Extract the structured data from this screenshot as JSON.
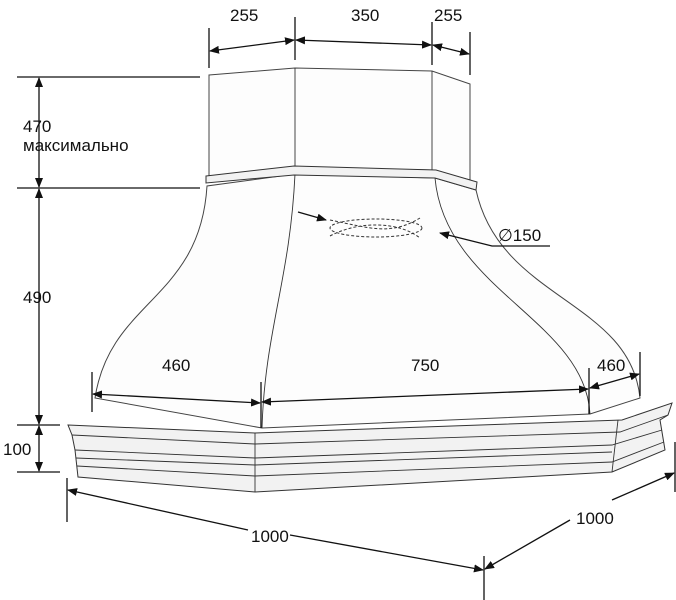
{
  "top_dims": {
    "left": "255",
    "center": "350",
    "right": "255"
  },
  "height_dims": {
    "top_value": "470",
    "top_note": "максимально",
    "middle": "490",
    "base": "100"
  },
  "bottom_dims": {
    "left": "460",
    "center": "750",
    "right": "460"
  },
  "footprint_dims": {
    "front": "1000",
    "side": "1000"
  },
  "outlet": {
    "diameter_label": "∅150"
  }
}
